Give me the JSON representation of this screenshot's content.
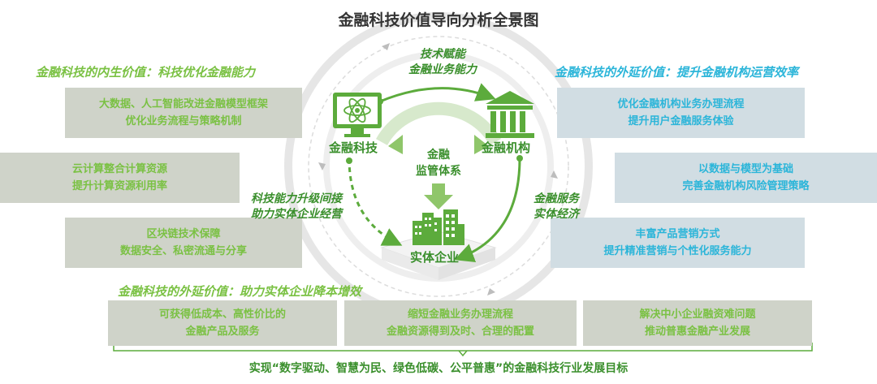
{
  "title": "金融科技价值导向分析全景图",
  "left_heading": "金融科技的内生价值：科技优化金融能力",
  "right_heading": "金融科技的外延价值：提升金融机构运营效率",
  "bottom_heading": "金融科技的外延价值：助力实体企业降本增效",
  "left_boxes": [
    {
      "line1": "大数据、人工智能改进金融模型框架",
      "line2": "优化业务流程与策略机制"
    },
    {
      "line1": "云计算整合计算资源",
      "line2": "提升计算资源利用率"
    },
    {
      "line1": "区块链技术保障",
      "line2": "数据安全、私密流通与分享"
    }
  ],
  "right_boxes": [
    {
      "line1": "优化金融机构业务办理流程",
      "line2": "提升用户金融服务体验"
    },
    {
      "line1": "以数据与模型为基础",
      "line2": "完善金融机构风险管理策略"
    },
    {
      "line1": "丰富产品营销方式",
      "line2": "提升精准营销与个性化服务能力"
    }
  ],
  "bottom_boxes": [
    {
      "line1": "可获得低成本、高性价比的",
      "line2": "金融产品及服务"
    },
    {
      "line1": "缩短金融业务办理流程",
      "line2": "金融资源得到及时、合理的配置"
    },
    {
      "line1": "解决中小企业融资难问题",
      "line2": "推动普惠金融产业发展"
    }
  ],
  "nodes": {
    "fintech": "金融科技",
    "institution": "金融机构",
    "enterprise": "实体企业",
    "regulator_line1": "金融",
    "regulator_line2": "监管体系"
  },
  "arcs": {
    "top_line1": "技术赋能",
    "top_line2": "金融业务能力",
    "left_line1": "科技能力升级间接",
    "left_line2": "助力实体企业经营",
    "right_line1": "金融服务",
    "right_line2": "实体经济"
  },
  "footer": "实现“数字驱动、智慧为民、绿色低碳、公平普惠”的金融科技行业发展目标",
  "colors": {
    "green_accent": "#7ac143",
    "dark_green": "#3a8f2c",
    "blue_accent": "#2bb5d9",
    "gray_box": "#cfd3c9",
    "blue_box": "#d1dde3"
  },
  "icons": {
    "fintech": "monitor-atom-icon",
    "institution": "bank-building-icon",
    "enterprise": "city-buildings-icon",
    "regulator": "down-arrow-icon"
  }
}
